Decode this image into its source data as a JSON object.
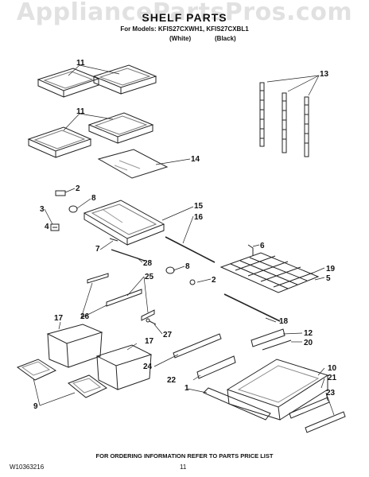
{
  "header": {
    "watermark": "AppliancePartsPros.com",
    "title": "SHELF PARTS",
    "models": "For Models: KFIS27CXWH1, KFIS27CXBL1",
    "variant_white": "(White)",
    "variant_black": "(Black)"
  },
  "callouts": {
    "c1": "1",
    "c2a": "2",
    "c2b": "2",
    "c3": "3",
    "c4": "4",
    "c5": "5",
    "c6": "6",
    "c7": "7",
    "c8a": "8",
    "c8b": "8",
    "c9": "9",
    "c10": "10",
    "c11a": "11",
    "c11b": "11",
    "c12": "12",
    "c13": "13",
    "c14": "14",
    "c15": "15",
    "c16": "16",
    "c17a": "17",
    "c17b": "17",
    "c18": "18",
    "c19": "19",
    "c20": "20",
    "c21": "21",
    "c22": "22",
    "c23": "23",
    "c24": "24",
    "c25": "25",
    "c26": "26",
    "c27": "27",
    "c28": "28"
  },
  "footer": {
    "ordering_note": "FOR ORDERING INFORMATION REFER TO PARTS PRICE LIST",
    "doc_number": "W10363216",
    "page": "11"
  }
}
